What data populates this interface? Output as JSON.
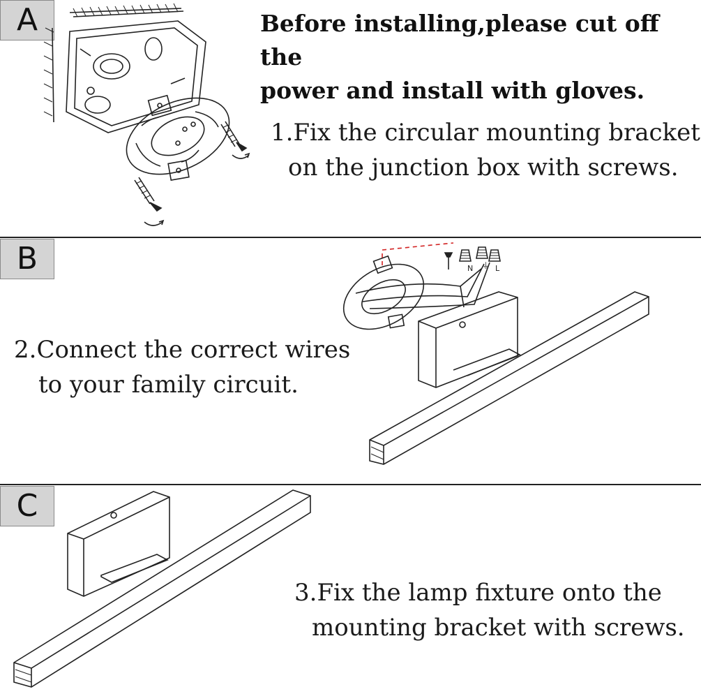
{
  "sections": [
    {
      "letter": "A",
      "warning": [
        "Before installing,please cut off the",
        "power and install with gloves."
      ],
      "step": [
        "1.Fix the circular mounting bracket",
        "on the junction box with screws."
      ]
    },
    {
      "letter": "B",
      "step": [
        "2.Connect the correct wires",
        "to your family circuit."
      ],
      "wire_labels": [
        "N",
        "⏚",
        "L"
      ]
    },
    {
      "letter": "C",
      "step": [
        "3.Fix the lamp fixture onto the",
        "mounting bracket with screws."
      ]
    }
  ],
  "colors": {
    "badge": "#d4d4d4",
    "line": "#222222",
    "wire_red": "#d22222"
  }
}
